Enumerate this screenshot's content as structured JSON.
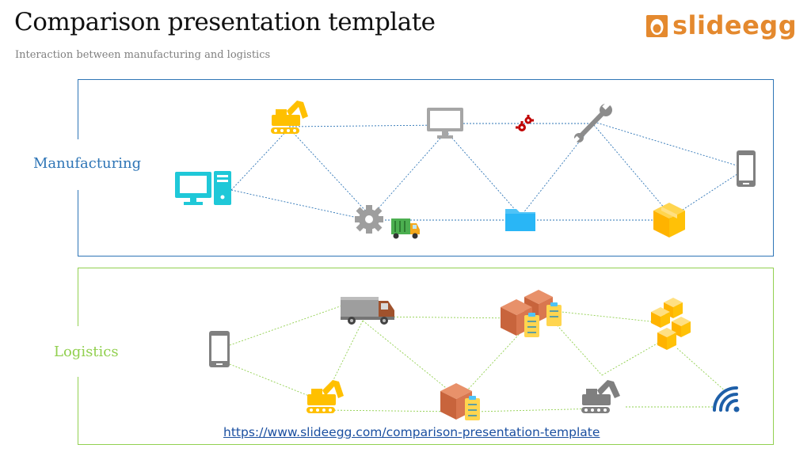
{
  "slide": {
    "title": "Comparison presentation template",
    "subtitle": "Interaction between manufacturing and logistics",
    "link": "https://www.slideegg.com/comparison-presentation-template"
  },
  "logo": {
    "text": "slideegg",
    "icon": "egg-icon"
  },
  "sections": [
    {
      "label": "Manufacturing",
      "color": "#2e75b6"
    },
    {
      "label": "Logistics",
      "color": "#92d050"
    }
  ],
  "icons": {
    "manufacturing": [
      "desktop-computer-icon",
      "excavator-icon",
      "gear-icon",
      "garbage-truck-icon",
      "monitor-icon",
      "gears-icon",
      "folder-icon",
      "wrench-icon",
      "box-icon",
      "smartphone-icon"
    ],
    "logistics": [
      "smartphone-icon",
      "delivery-truck-icon",
      "excavator-icon",
      "package-checklist-icon",
      "packages-checklist-icon",
      "boxes-stack-icon",
      "excavator-gray-icon",
      "wifi-icon"
    ]
  },
  "colors": {
    "accent_orange": "#e4892e",
    "manufacturing_line": "#2e75b6",
    "logistics_line": "#92d050",
    "icon_yellow": "#ffc000",
    "icon_cyan": "#1fc8d8",
    "icon_gray": "#8c8c8c"
  }
}
